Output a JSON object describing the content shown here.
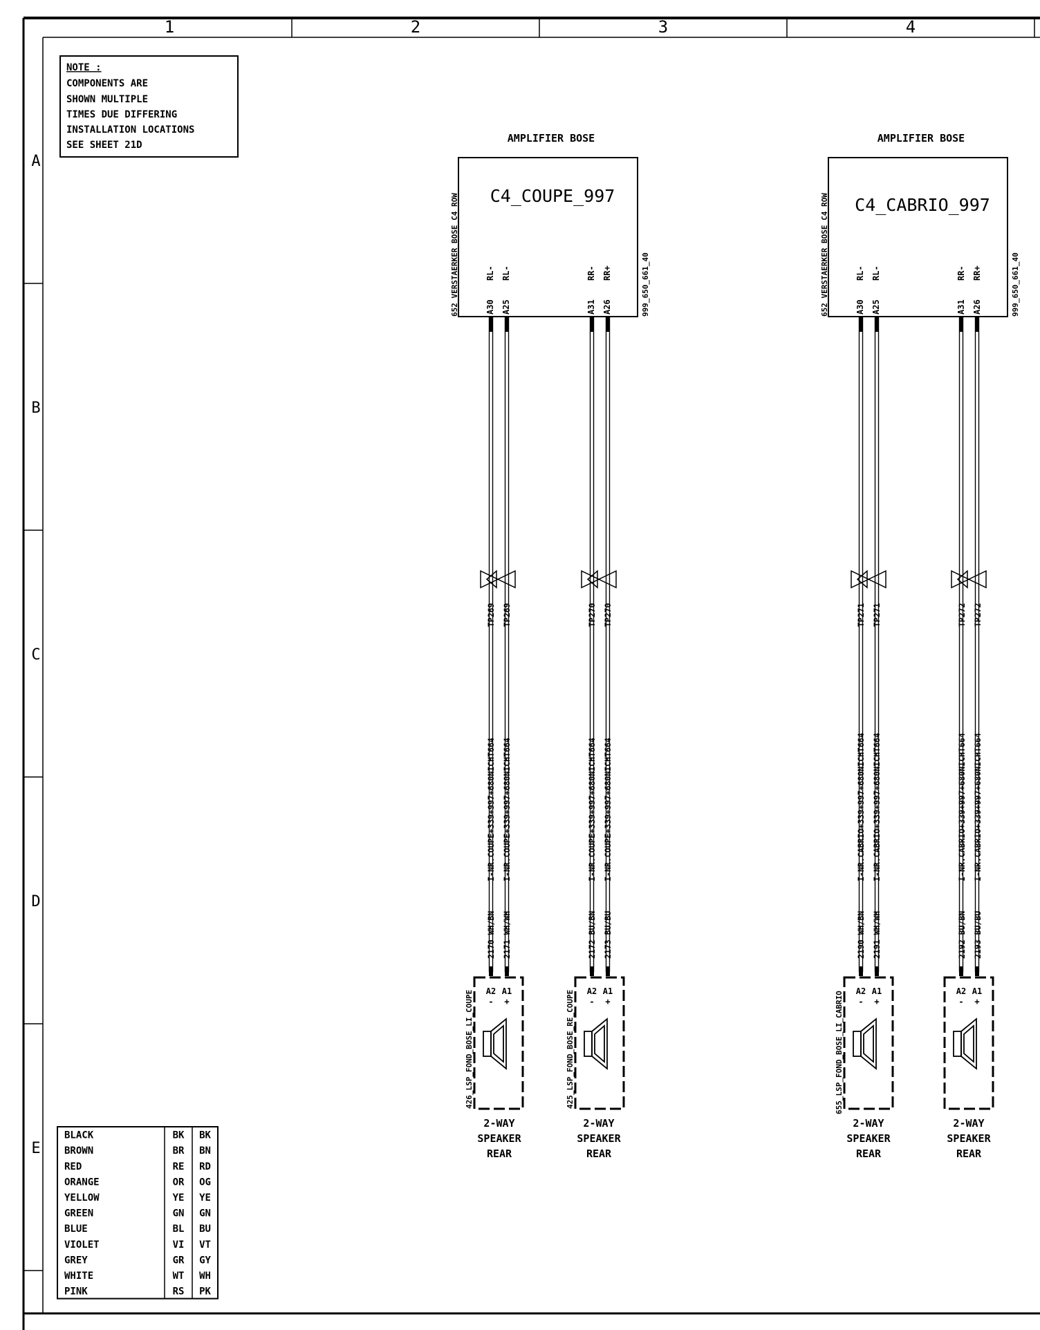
{
  "frame": {
    "columns": [
      "1",
      "2",
      "3",
      "4"
    ],
    "rows": [
      "A",
      "B",
      "C",
      "D",
      "E"
    ]
  },
  "note": {
    "title": "NOTE :",
    "lines": [
      "COMPONENTS ARE",
      "SHOWN MULTIPLE",
      "TIMES DUE DIFFERING",
      "INSTALLATION LOCATIONS",
      "SEE SHEET 21D"
    ]
  },
  "amplifiers": [
    {
      "heading": "AMPLIFIER  BOSE",
      "name": "C4_COUPE_997",
      "left_label": "652_VERSTAERKER_BOSE_C4_ROW",
      "right_label": "999_650_661_40",
      "pins": [
        {
          "pin": "A30",
          "signal": "RL-"
        },
        {
          "pin": "A25",
          "signal": "RL-"
        },
        {
          "pin": "A31",
          "signal": "RR-"
        },
        {
          "pin": "A26",
          "signal": "RR+"
        }
      ]
    },
    {
      "heading": "AMPLIFIER  BOSE",
      "name": "C4_CABRIO_997",
      "left_label": "652_VERSTAERKER_BOSE_C4_ROW",
      "right_label": "999_650_661_40",
      "pins": [
        {
          "pin": "A30",
          "signal": "RL-"
        },
        {
          "pin": "A25",
          "signal": "RL-"
        },
        {
          "pin": "A31",
          "signal": "RR-"
        },
        {
          "pin": "A26",
          "signal": "RR+"
        }
      ]
    }
  ],
  "wires": [
    {
      "tp": "TP269",
      "cond": "I-NR.COUPE+339+997+680NICHT664",
      "wire": "2170 WH/BN"
    },
    {
      "tp": "TP269",
      "cond": "I-NR.COUPE+339+997+680NICHT664",
      "wire": "2171 WH/WH"
    },
    {
      "tp": "TP270",
      "cond": "I-NR.COUPE+339+997+680NICHT664",
      "wire": "2172 BU/BN"
    },
    {
      "tp": "TP270",
      "cond": "I-NR.COUPE+339+997+680NICHT664",
      "wire": "2173 BU/BU"
    },
    {
      "tp": "TP271",
      "cond": "I-NR.CABRIO+339+997+680NICHT664",
      "wire": "2190 WH/BN"
    },
    {
      "tp": "TP271",
      "cond": "I-NR.CABRIO+339+997+680NICHT664",
      "wire": "2191 WH/WH"
    },
    {
      "tp": "TP272",
      "cond": "I-NR.CABRIO+339+997+680NICHT664",
      "wire": "2192 BU/BN"
    },
    {
      "tp": "TP272",
      "cond": "I-NR.CABRIO+339+997+680NICHT664",
      "wire": "2193 BU/BU"
    }
  ],
  "speakers": [
    {
      "id": "426_LSP_FOND_BOSE_LI_COUPE",
      "pins": [
        "A2",
        "A1"
      ],
      "polarity": [
        "-",
        "+"
      ],
      "caption": [
        "2-WAY",
        "SPEAKER",
        "REAR"
      ]
    },
    {
      "id": "425_LSP_FOND_BOSE_RE_COUPE",
      "pins": [
        "A2",
        "A1"
      ],
      "polarity": [
        "-",
        "+"
      ],
      "caption": [
        "2-WAY",
        "SPEAKER",
        "REAR"
      ]
    },
    {
      "id": "655_LSP_FOND_BOSE_LI_CABRIO",
      "pins": [
        "A2",
        "A1"
      ],
      "polarity": [
        "-",
        "+"
      ],
      "caption": [
        "2-WAY",
        "SPEAKER",
        "REAR"
      ]
    },
    {
      "id": "",
      "pins": [
        "A2",
        "A1"
      ],
      "polarity": [
        "-",
        "+"
      ],
      "caption": [
        "2-WAY",
        "SPEAKER",
        "REAR"
      ]
    }
  ],
  "color_legend": [
    [
      "BLACK",
      "BK",
      "BK"
    ],
    [
      "BROWN",
      "BR",
      "BN"
    ],
    [
      "RED",
      "RE",
      "RD"
    ],
    [
      "ORANGE",
      "OR",
      "OG"
    ],
    [
      "YELLOW",
      "YE",
      "YE"
    ],
    [
      "GREEN",
      "GN",
      "GN"
    ],
    [
      "BLUE",
      "BL",
      "BU"
    ],
    [
      "VIOLET",
      "VI",
      "VT"
    ],
    [
      "GREY",
      "GR",
      "GY"
    ],
    [
      "WHITE",
      "WT",
      "WH"
    ],
    [
      "PINK",
      "RS",
      "PK"
    ]
  ]
}
